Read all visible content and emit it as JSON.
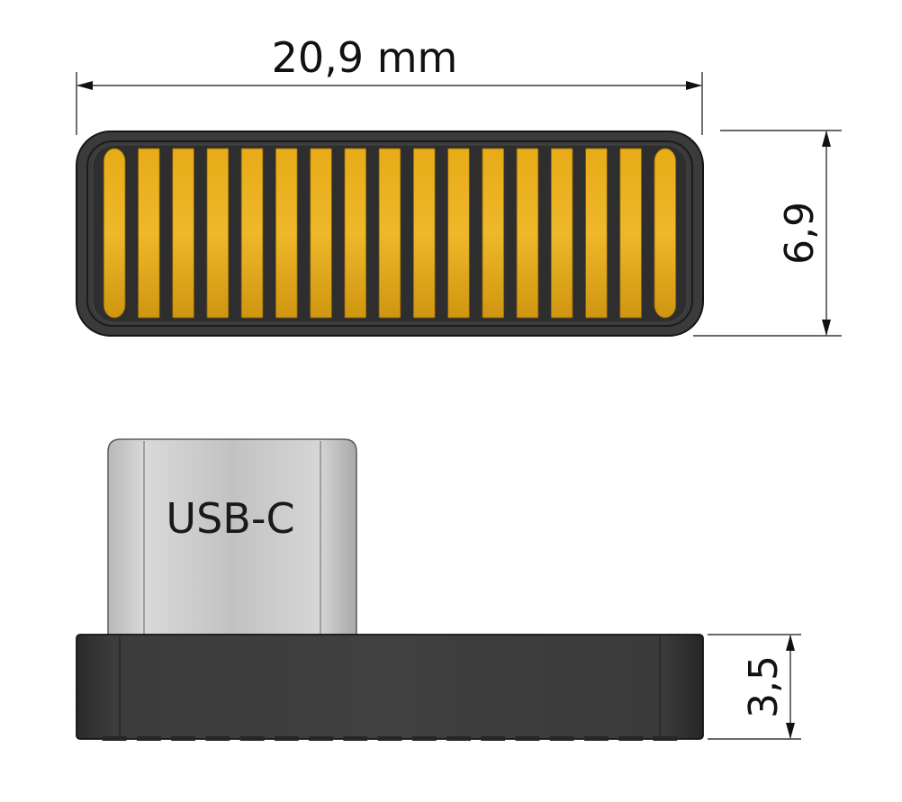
{
  "dimensions": {
    "width_label": "20,9 mm",
    "height_label": "6,9",
    "thickness_label": "3,5"
  },
  "connector": {
    "label": "USB-C"
  },
  "colors": {
    "contact_gold": "#e2a412",
    "body_dark": "#3a3a3a",
    "usb_silver": "#c4c4c4"
  },
  "pad_count": 17
}
